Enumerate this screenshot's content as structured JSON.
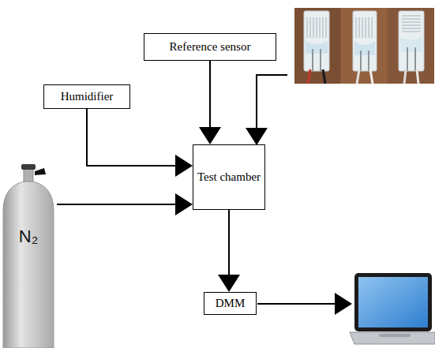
{
  "diagram": {
    "nodes": [
      {
        "text": [
          "Reference sensor"
        ]
      },
      {
        "text": [
          "Humidifier"
        ]
      },
      {
        "text": [
          "N₂"
        ]
      },
      {
        "text": [
          "Test chamber"
        ]
      },
      {
        "text": [
          "DMM"
        ]
      }
    ],
    "edges": [
      {
        "from": 0,
        "to": 3,
        "arrow": "to"
      },
      {
        "from": 1,
        "to": 3,
        "arrow": "to"
      },
      {
        "from": 2,
        "to": 3,
        "arrow": "to"
      },
      {
        "from": 3,
        "to": 4,
        "arrow": "to"
      }
    ]
  }
}
